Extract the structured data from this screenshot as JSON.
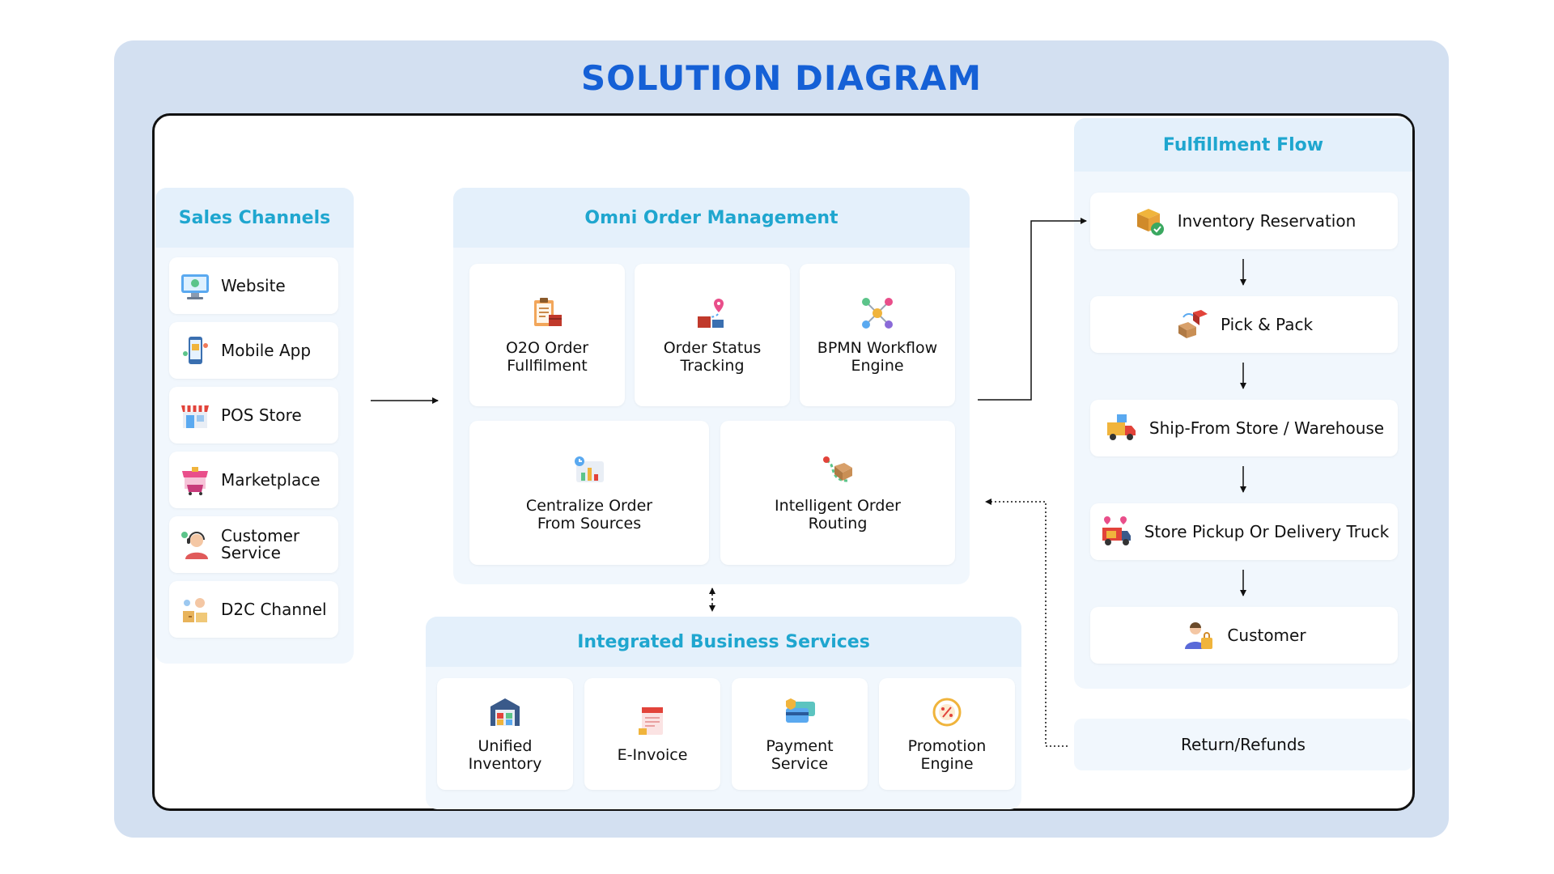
{
  "title": "SOLUTION DIAGRAM",
  "sales_channels": {
    "heading": "Sales Channels",
    "items": [
      {
        "label": "Website",
        "icon": "website-icon"
      },
      {
        "label": "Mobile App",
        "icon": "mobile-app-icon"
      },
      {
        "label": "POS Store",
        "icon": "pos-store-icon"
      },
      {
        "label": "Marketplace",
        "icon": "marketplace-icon"
      },
      {
        "label": "Customer Service",
        "icon": "customer-service-icon"
      },
      {
        "label": "D2C Channel",
        "icon": "d2c-channel-icon"
      }
    ]
  },
  "omni": {
    "heading": "Omni Order Management",
    "tiles": [
      {
        "label": "O2O Order Fullfilment",
        "icon": "clipboard-box-icon"
      },
      {
        "label": "Order Status Tracking",
        "icon": "tracking-pin-icon"
      },
      {
        "label": "BPMN Workflow Engine",
        "icon": "workflow-network-icon"
      },
      {
        "label": "Centralize Order From Sources",
        "icon": "dashboard-chart-icon"
      },
      {
        "label": "Intelligent Order Routing",
        "icon": "route-package-icon"
      }
    ]
  },
  "business": {
    "heading": "Integrated Business Services",
    "tiles": [
      {
        "label": "Unified Inventory",
        "icon": "warehouse-icon"
      },
      {
        "label": "E-Invoice",
        "icon": "invoice-icon"
      },
      {
        "label": "Payment Service",
        "icon": "payment-card-icon"
      },
      {
        "label": "Promotion Engine",
        "icon": "promotion-icon"
      }
    ]
  },
  "fulfillment": {
    "heading": "Fulfillment Flow",
    "steps": [
      {
        "label": "Inventory Reservation",
        "icon": "box-check-icon"
      },
      {
        "label": "Pick & Pack",
        "icon": "pick-pack-icon"
      },
      {
        "label": "Ship-From Store / Warehouse",
        "icon": "delivery-truck-icon"
      },
      {
        "label": "Store Pickup Or Delivery Truck",
        "icon": "pickup-truck-icon"
      },
      {
        "label": "Customer",
        "icon": "customer-icon"
      }
    ],
    "returns": "Return/Refunds"
  },
  "colors": {
    "title": "#1560d6",
    "heading": "#1fa6cf",
    "background": "#d3e0f1",
    "panel": "#f1f7fd"
  }
}
